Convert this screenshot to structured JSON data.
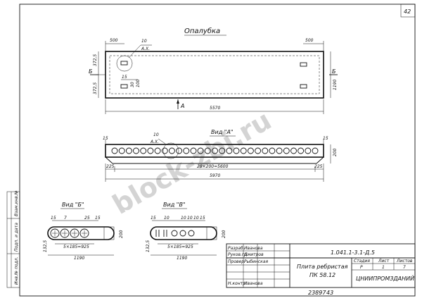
{
  "sheet": {
    "number": "42",
    "bottom_number": "43",
    "inventory_no": "23897"
  },
  "watermark": "block-zbi.ru",
  "formwork": {
    "title": "Опалубка",
    "dim_top_left": "500",
    "dim_top_right": "500",
    "callout_no": "10",
    "callout_sub": "А.Х.",
    "dim_left_upper": "372,5",
    "dim_left_lower": "372,5",
    "dim_hole_a": "15",
    "dim_hole_b": "30",
    "dim_small": "100",
    "dim_height": "1190",
    "dim_length": "5570",
    "section_label": "Б",
    "view_marker": "А"
  },
  "view_a": {
    "title": "Вид \"А\"",
    "callout_no": "10",
    "callout_sub": "А.Х.",
    "dim_top_left": "15",
    "dim_top_right": "15",
    "dim_left": "225",
    "dim_spacing": "28×200=5600",
    "dim_right": "225",
    "dim_total": "5970",
    "dim_height": "200"
  },
  "view_b": {
    "title": "Вид \"Б\"",
    "dims_top": [
      "15",
      "7",
      "25",
      "15"
    ],
    "dim_left": "132,5",
    "dim_spacing": "5×185=925",
    "dim_total": "1190",
    "dim_height": "200"
  },
  "view_v": {
    "title": "Вид \"В\"",
    "dims_top": [
      "15",
      "10",
      "10",
      "10",
      "10",
      "15"
    ],
    "dim_left": "132,5",
    "dim_spacing": "5×185=925",
    "dim_total": "1190",
    "dim_height": "200"
  },
  "title_block": {
    "code": "1.041.1-3.1-Д.5",
    "name_line1": "Плита ребристая",
    "name_line2": "ПК 58.12",
    "stage_label": "Стадия",
    "stage_value": "Р",
    "sheet_label": "Лист",
    "sheet_value": "1",
    "sheets_label": "Листов",
    "sheets_value": "7",
    "organization": "ЦНИИПРОМЗДАНИЙ",
    "roles": [
      "Разраб.",
      "Руков.гр.",
      "Провер.",
      "Н.контр."
    ],
    "names": [
      "Иванова",
      "Дмитров",
      "Рыбинская",
      "Иванова"
    ],
    "side_labels": [
      "Взам.инв.№",
      "Подп. и дата",
      "Инв.№ подл."
    ]
  }
}
